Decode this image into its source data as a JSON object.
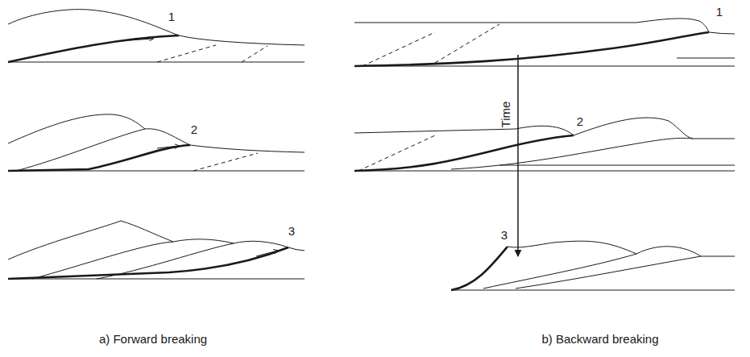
{
  "diagram": {
    "labels": [
      "1",
      "2",
      "3",
      "Time",
      "1",
      "2",
      "3",
      "a) Forward breaking",
      "b) Backward breaking"
    ]
  }
}
